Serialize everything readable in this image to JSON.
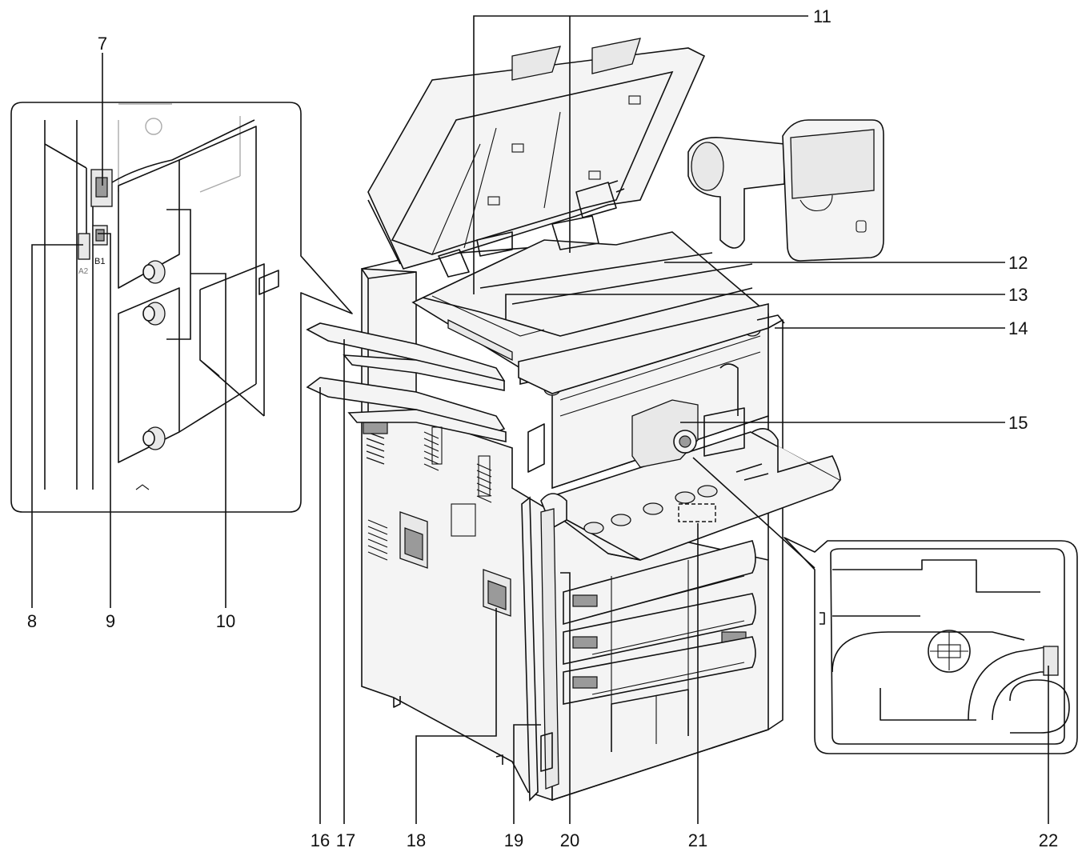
{
  "callouts": {
    "c7": "7",
    "c8": "8",
    "c9": "9",
    "c10": "10",
    "c11": "11",
    "c12": "12",
    "c13": "13",
    "c14": "14",
    "c15": "15",
    "c16": "16",
    "c17": "17",
    "c18": "18",
    "c19": "19",
    "c20": "20",
    "c21": "21",
    "c22": "22"
  },
  "port_labels": {
    "b1": "B1",
    "a2": "A2"
  }
}
